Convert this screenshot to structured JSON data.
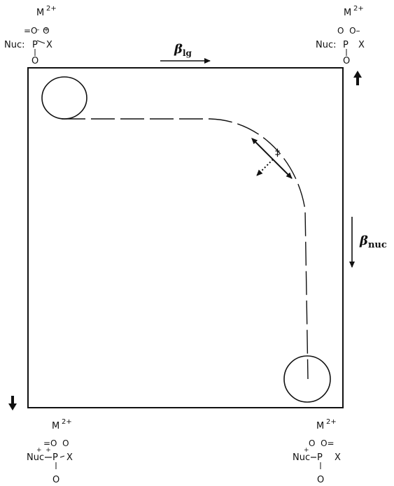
{
  "labels": {
    "beta_lg_symbol": "β",
    "beta_lg_sub": "lg",
    "beta_nuc_symbol": "β",
    "beta_nuc_sub": "nuc",
    "transition_state": "‡"
  },
  "corners": {
    "top_left": {
      "metal": "M",
      "metal_charge": "2+",
      "row1": "=O  O",
      "row2_left": "Nuc:",
      "row2_center": "P",
      "row2_right": "X",
      "row2_charges": "–  +",
      "row3": "O"
    },
    "top_right": {
      "metal": "M",
      "metal_charge": "2+",
      "row1": "O  O–",
      "row2_left": "Nuc:",
      "row2_center": "P",
      "row2_right": "X",
      "row3": "O"
    },
    "bottom_left": {
      "metal": "M",
      "metal_charge": "2+",
      "row1": "=O  O",
      "row2_left": "Nuc",
      "row2_center": "P",
      "row2_right": "X",
      "row2_charges": "+  +",
      "row3": "O"
    },
    "bottom_right": {
      "metal": "M",
      "metal_charge": "2+",
      "row1": "O  O=",
      "row2_left": "Nuc",
      "row2_center": "P",
      "row2_right": "X",
      "row2_charges": "+",
      "row3": "O"
    }
  }
}
